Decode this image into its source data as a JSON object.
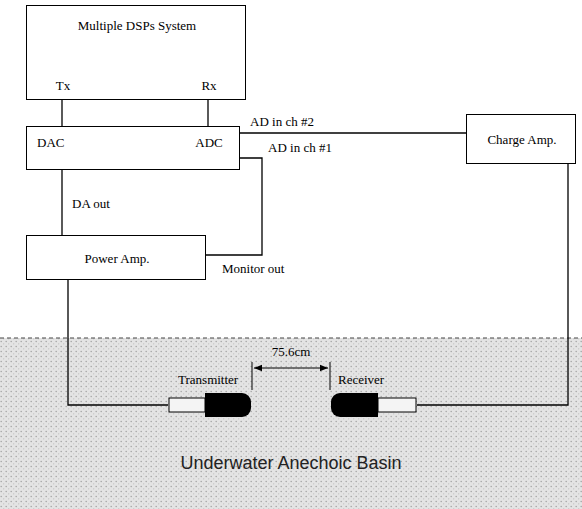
{
  "diagram": {
    "nodes": [
      {
        "text": [
          "Multiple DSPs System",
          "Tx",
          "Rx"
        ]
      },
      {
        "text": [
          "DAC",
          "ADC"
        ]
      },
      {
        "text": [
          "Charge Amp."
        ]
      },
      {
        "text": [
          "Power Amp."
        ]
      },
      {
        "text": [
          "Transmitter"
        ]
      },
      {
        "text": [
          "Receiver"
        ]
      }
    ],
    "edges": [
      {
        "from": 0,
        "to": 1,
        "arrow": "none"
      },
      {
        "from": 0,
        "to": 1,
        "arrow": "none"
      },
      {
        "from": 1,
        "to": 2,
        "label": "AD in ch #2",
        "arrow": "none"
      },
      {
        "from": 3,
        "to": 1,
        "label": "AD in ch #1",
        "arrow": "none"
      },
      {
        "from": 1,
        "to": 3,
        "label": "DA out",
        "arrow": "none"
      },
      {
        "from": 3,
        "to": 4,
        "arrow": "none"
      },
      {
        "from": 2,
        "to": 5,
        "arrow": "none"
      }
    ],
    "labels": [
      "Monitor out",
      "75.6cm",
      "Underwater Anechoic Basin"
    ]
  }
}
